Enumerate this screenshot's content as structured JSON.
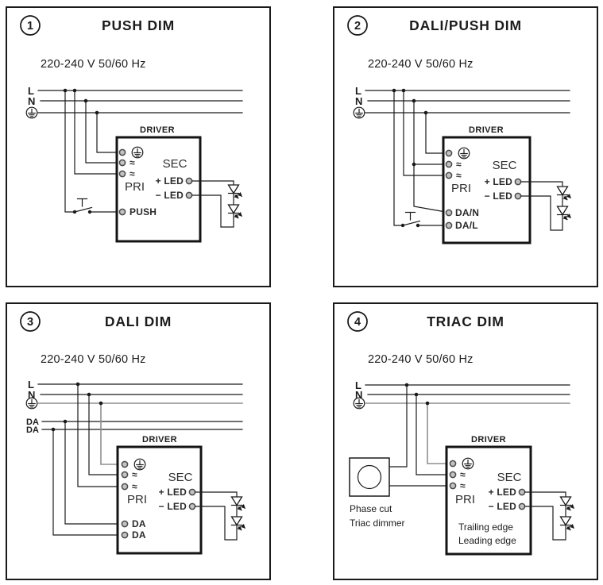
{
  "panels": [
    {
      "number": "1",
      "title": "PUSH DIM",
      "voltage": "220-240 V 50/60 Hz",
      "bus": {
        "l": "L",
        "n": "N"
      },
      "driver": {
        "label": "DRIVER",
        "ac1": "≈",
        "ac2": "≈",
        "pri": "PRI",
        "sec": "SEC",
        "led_plus": "+ LED",
        "led_minus": "− LED",
        "ctrl1": "PUSH"
      }
    },
    {
      "number": "2",
      "title": "DALI/PUSH DIM",
      "voltage": "220-240 V 50/60 Hz",
      "bus": {
        "l": "L",
        "n": "N"
      },
      "driver": {
        "label": "DRIVER",
        "ac1": "≈",
        "ac2": "≈",
        "pri": "PRI",
        "sec": "SEC",
        "led_plus": "+ LED",
        "led_minus": "− LED",
        "ctrl1": "DA/N",
        "ctrl2": "DA/L"
      }
    },
    {
      "number": "3",
      "title": "DALI DIM",
      "voltage": "220-240 V 50/60 Hz",
      "bus": {
        "l": "L",
        "n": "N",
        "da1": "DA",
        "da2": "DA"
      },
      "driver": {
        "label": "DRIVER",
        "ac1": "≈",
        "ac2": "≈",
        "pri": "PRI",
        "sec": "SEC",
        "led_plus": "+ LED",
        "led_minus": "− LED",
        "ctrl1": "DA",
        "ctrl2": "DA"
      }
    },
    {
      "number": "4",
      "title": "TRIAC DIM",
      "voltage": "220-240 V 50/60 Hz",
      "bus": {
        "l": "L",
        "n": "N"
      },
      "dimmer": {
        "line1": "Phase cut",
        "line2": "Triac dimmer"
      },
      "driver": {
        "label": "DRIVER",
        "ac1": "≈",
        "ac2": "≈",
        "pri": "PRI",
        "sec": "SEC",
        "led_plus": "+ LED",
        "led_minus": "− LED",
        "note1": "Trailing edge",
        "note2": "Leading edge"
      }
    }
  ]
}
